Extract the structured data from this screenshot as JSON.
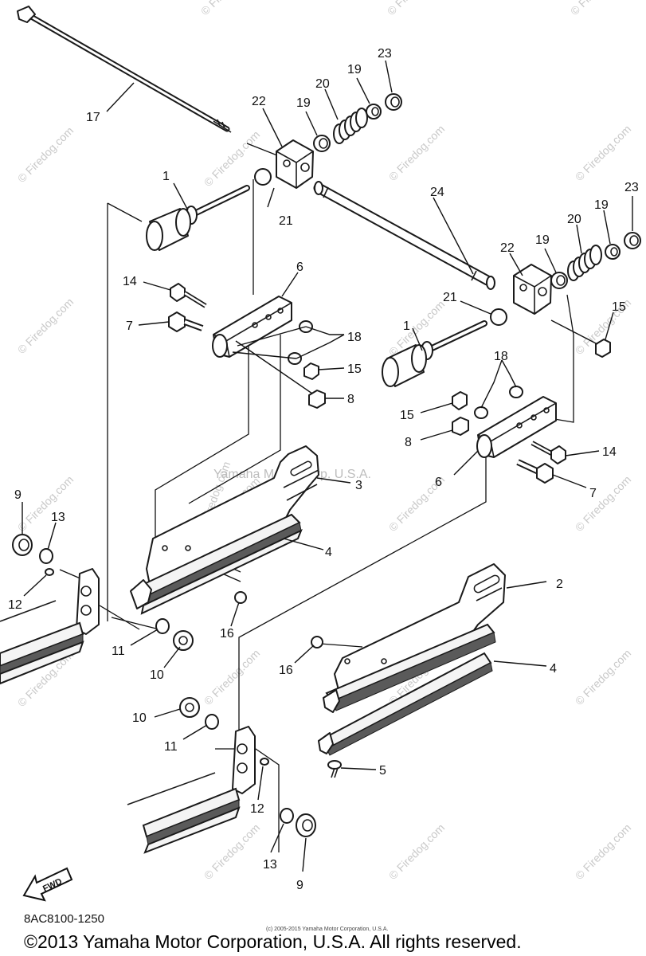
{
  "diagram": {
    "part_code": "8AC8100-1250",
    "copyright": "©2013 Yamaha Motor Corporation, U.S.A. All rights reserved.",
    "small_copyright": "(c) 2005-2015 Yamaha Motor Corporation, U.S.A.",
    "center_watermark": "Yamaha Motor Corp. U.S.A.",
    "watermark_text": "© Firedog.com",
    "fwd_label": "FWD",
    "callouts": [
      "1",
      "2",
      "3",
      "4",
      "5",
      "6",
      "7",
      "8",
      "9",
      "10",
      "11",
      "12",
      "13",
      "14",
      "15",
      "16",
      "17",
      "18",
      "19",
      "20",
      "21",
      "22",
      "23",
      "24"
    ]
  }
}
